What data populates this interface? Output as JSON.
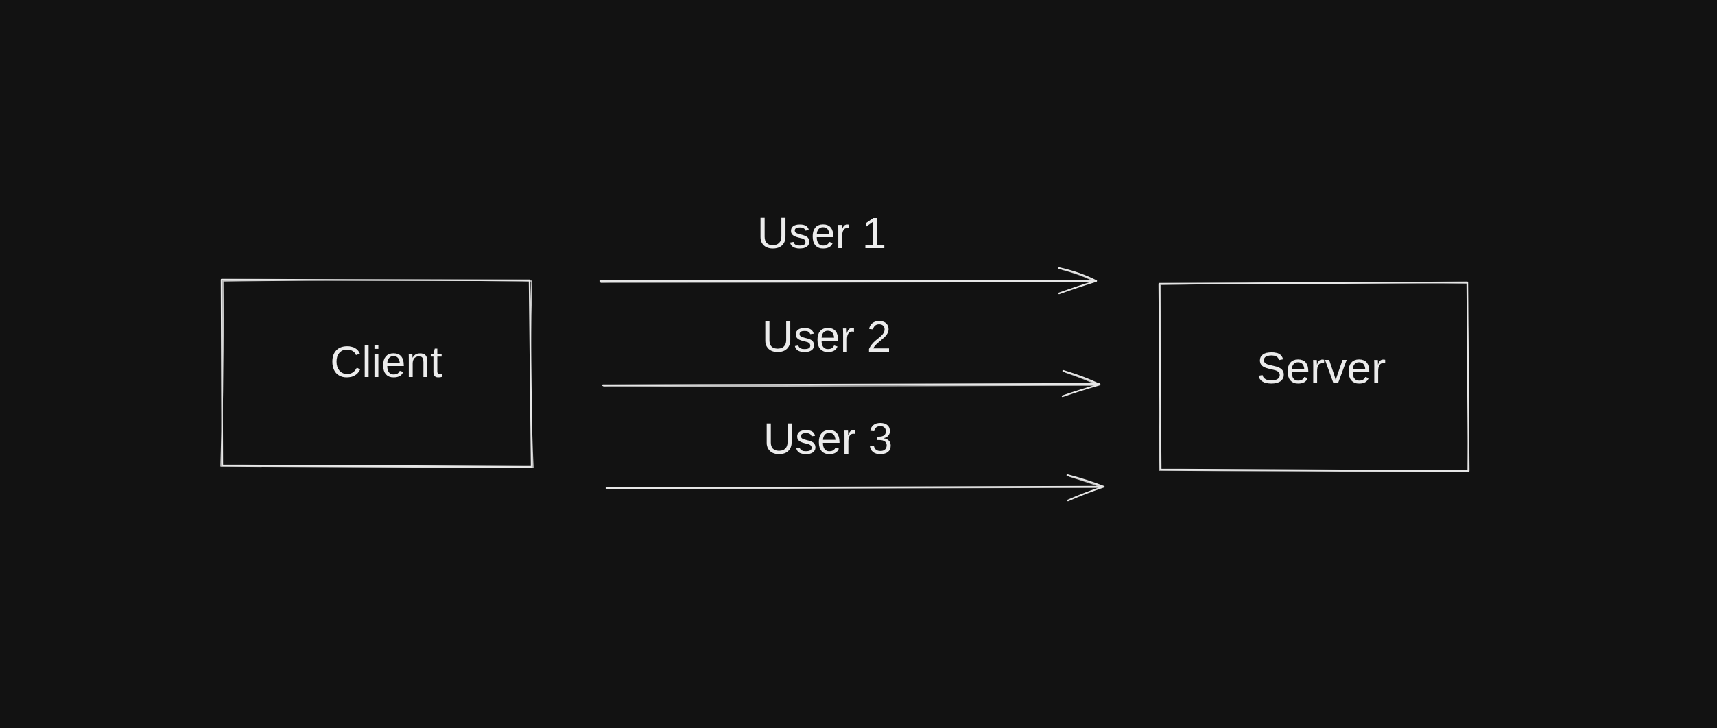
{
  "nodes": {
    "client": {
      "label": "Client"
    },
    "server": {
      "label": "Server"
    }
  },
  "edges": [
    {
      "label": "User 1",
      "from": "client",
      "to": "server"
    },
    {
      "label": "User 2",
      "from": "client",
      "to": "server"
    },
    {
      "label": "User 3",
      "from": "client",
      "to": "server"
    }
  ],
  "colors": {
    "background": "#121212",
    "stroke": "#e6e6e6",
    "text": "#ececec"
  }
}
